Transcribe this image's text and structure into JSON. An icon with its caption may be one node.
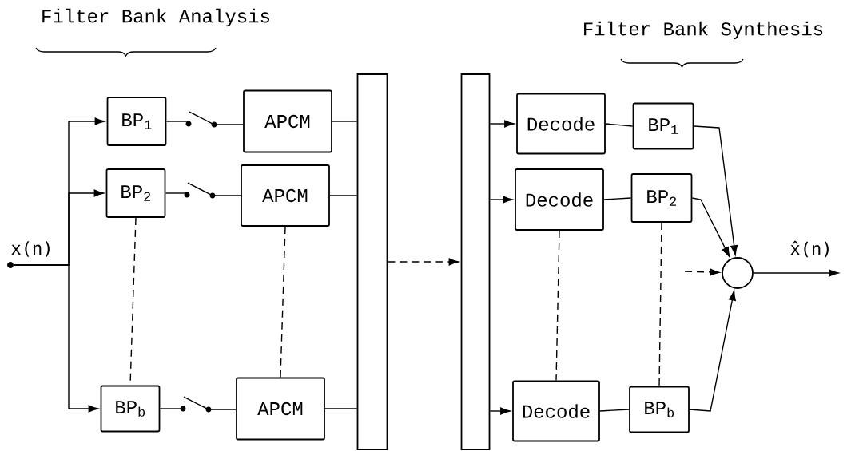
{
  "diagram": {
    "nodes": [
      {
        "text": [],
        "shape": "circle",
        "beside": [
          "x(n)"
        ]
      },
      {
        "text": [
          "BP$_{1}$"
        ]
      },
      {
        "text": [
          "BP$_{2}$"
        ]
      },
      {
        "text": [
          "BP$_{b}$"
        ]
      },
      {
        "text": [],
        "shape": "switch"
      },
      {
        "text": [],
        "shape": "switch"
      },
      {
        "text": [],
        "shape": "switch"
      },
      {
        "text": [
          "APCM"
        ]
      },
      {
        "text": [
          "APCM"
        ]
      },
      {
        "text": [
          "APCM"
        ]
      },
      {
        "text": [],
        "shape": "bar"
      },
      {
        "text": [],
        "shape": "bar"
      },
      {
        "text": [
          "Decode"
        ]
      },
      {
        "text": [
          "Decode"
        ]
      },
      {
        "text": [
          "Decode"
        ]
      },
      {
        "text": [
          "BP$_{1}$"
        ]
      },
      {
        "text": [
          "BP$_{2}$"
        ]
      },
      {
        "text": [
          "BP$_{b}$"
        ]
      },
      {
        "text": [],
        "shape": "circle",
        "beside": [
          "x̂(n)"
        ]
      }
    ],
    "edges": [
      {
        "from": 0,
        "to": 1,
        "arrow": "to"
      },
      {
        "from": 0,
        "to": 2,
        "arrow": "to"
      },
      {
        "from": 0,
        "to": 3,
        "arrow": "to"
      },
      {
        "from": 1,
        "to": 4,
        "arrow": "none"
      },
      {
        "from": 2,
        "to": 5,
        "arrow": "none"
      },
      {
        "from": 3,
        "to": 6,
        "arrow": "none"
      },
      {
        "from": 4,
        "to": 7,
        "arrow": "none"
      },
      {
        "from": 5,
        "to": 8,
        "arrow": "none"
      },
      {
        "from": 6,
        "to": 9,
        "arrow": "none"
      },
      {
        "from": 2,
        "to": 3,
        "arrow": "none",
        "style": "dashed"
      },
      {
        "from": 8,
        "to": 9,
        "arrow": "none",
        "style": "dashed"
      },
      {
        "from": 7,
        "to": 10,
        "arrow": "none"
      },
      {
        "from": 8,
        "to": 10,
        "arrow": "none"
      },
      {
        "from": 9,
        "to": 10,
        "arrow": "none"
      },
      {
        "from": 10,
        "to": 11,
        "arrow": "to",
        "style": "dashed"
      },
      {
        "from": 11,
        "to": 12,
        "arrow": "to"
      },
      {
        "from": 11,
        "to": 13,
        "arrow": "to"
      },
      {
        "from": 11,
        "to": 14,
        "arrow": "to"
      },
      {
        "from": 12,
        "to": 15,
        "arrow": "none"
      },
      {
        "from": 13,
        "to": 16,
        "arrow": "none"
      },
      {
        "from": 14,
        "to": 17,
        "arrow": "none"
      },
      {
        "from": 16,
        "to": 17,
        "arrow": "none",
        "style": "dashed"
      },
      {
        "from": 13,
        "to": 14,
        "arrow": "none",
        "style": "dashed"
      },
      {
        "from": 15,
        "to": 18,
        "arrow": "to"
      },
      {
        "from": 16,
        "to": 18,
        "arrow": "to"
      },
      {
        "from": 17,
        "to": 18,
        "arrow": "to"
      },
      {
        "from": null,
        "to": 18,
        "arrow": "to",
        "style": "dashed"
      },
      {
        "from": 18,
        "to": null,
        "arrow": "to"
      }
    ],
    "labels": [
      "Filter Bank Analysis",
      "Filter Bank Synthesis"
    ]
  }
}
